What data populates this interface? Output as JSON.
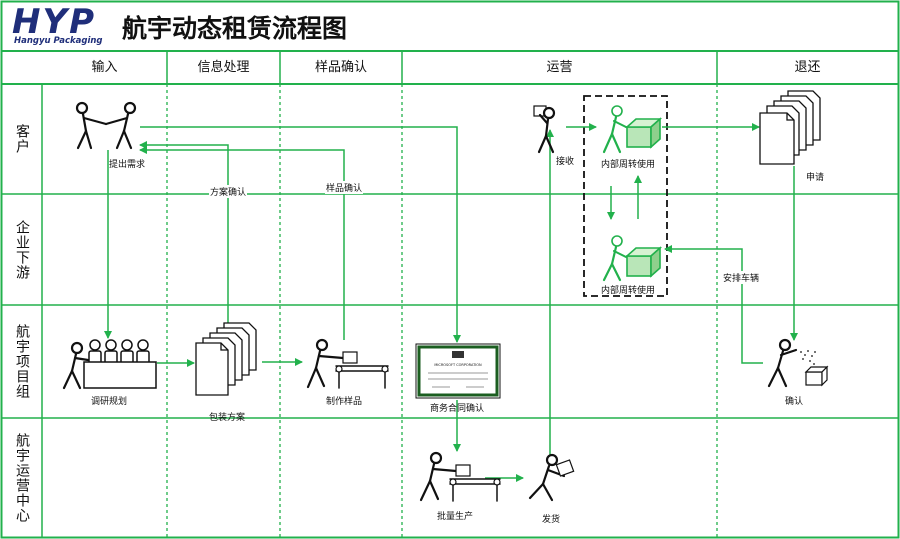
{
  "logo": {
    "mark": "HYP",
    "sub": "Hangyu Packaging"
  },
  "title": "航宇动态租赁流程图",
  "phases": [
    "输入",
    "信息处理",
    "样品确认",
    "运营",
    "退还"
  ],
  "lanes": [
    "客户",
    "企业下游",
    "航宇项目组",
    "航宇运营中心"
  ],
  "steps": {
    "requirement": "提出需求",
    "research": "调研规划",
    "packaging_plan": "包装方案",
    "sample_making": "制作样品",
    "contract": "商务合同确认",
    "mass_production": "批量生产",
    "shipping": "发货",
    "receive": "接收",
    "internal_use_customer": "内部周转使用",
    "internal_use_downstream": "内部周转使用",
    "apply": "申请",
    "arrange_vehicle": "安排车辆",
    "confirm_return": "确认"
  },
  "edge_labels": {
    "plan_confirm": "方案确认",
    "sample_confirm": "样品确认"
  },
  "certificate_text": "MICROSOFT CORPORATION",
  "colors": {
    "border": "#22b14c",
    "arrow": "#22b14c",
    "logo": "#1f2e7a",
    "dashed_box": "#111111"
  }
}
